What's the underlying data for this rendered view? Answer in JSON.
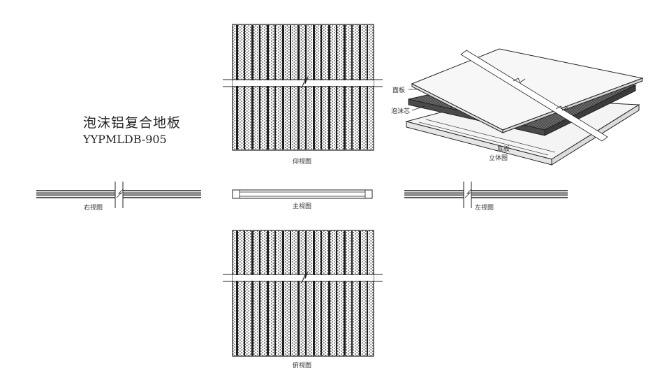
{
  "product": {
    "name": "泡沫铝复合地板",
    "model": "YYPMLDB-905"
  },
  "views": {
    "bottom": "仰视图",
    "front": "主视图",
    "right": "右视图",
    "left": "左视图",
    "top": "俯视图",
    "iso": "立体图"
  },
  "parts": {
    "face_panel": "面板",
    "foam_core": "泡沫芯",
    "base_plate": "底板"
  },
  "colors": {
    "line": "#222222",
    "panel_fill": "#f7f7f7",
    "foam_fill": "#555555"
  }
}
